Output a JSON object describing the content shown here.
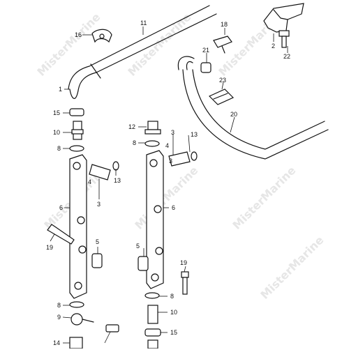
{
  "watermark": "MisterMarine",
  "callouts": {
    "c1": "1",
    "c2": "2",
    "c3a": "3",
    "c3b": "3",
    "c3c": "3",
    "c4a": "4",
    "c4b": "4",
    "c5a": "5",
    "c5b": "5",
    "c6a": "6",
    "c6b": "6",
    "c8a": "8",
    "c8b": "8",
    "c8c": "8",
    "c8d": "8",
    "c9": "9",
    "c10a": "10",
    "c10b": "10",
    "c11": "11",
    "c12": "12",
    "c13a": "13",
    "c13b": "13",
    "c14": "14",
    "c15a": "15",
    "c15b": "15",
    "c16": "16",
    "c18": "18",
    "c19a": "19",
    "c19b": "19",
    "c20": "20",
    "c21": "21",
    "c22": "22",
    "c23": "23"
  }
}
